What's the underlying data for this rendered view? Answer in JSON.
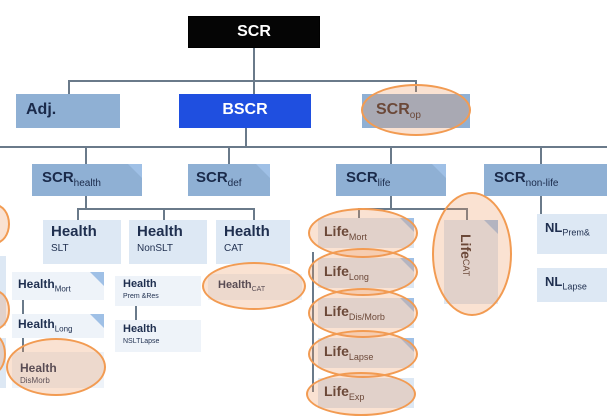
{
  "diagram": {
    "root": "SCR",
    "level1": {
      "adj": "Adj.",
      "bscr": "BSCR",
      "scr_op": {
        "main": "SCR",
        "sub": "op"
      }
    },
    "modules": {
      "health": {
        "main": "SCR",
        "sub": "health"
      },
      "def": {
        "main": "SCR",
        "sub": "def"
      },
      "life": {
        "main": "SCR",
        "sub": "life"
      },
      "nonlife": {
        "main": "SCR",
        "sub": "non-life"
      }
    },
    "health_subgroups": {
      "slt": {
        "main": "Health",
        "sub": "SLT"
      },
      "nonslt": {
        "main": "Health",
        "sub": "NonSLT"
      },
      "cat": {
        "main": "Health",
        "sub": "CAT"
      }
    },
    "health_slt_items": [
      {
        "main": "Health",
        "sub": "Mort"
      },
      {
        "main": "Health",
        "sub": "Long"
      },
      {
        "main": "Health",
        "sub": "DisMorb"
      }
    ],
    "health_nonslt_items": [
      {
        "main": "Health",
        "sub": "Prem &Res"
      },
      {
        "main": "Health",
        "sub": "NSLTLapse"
      }
    ],
    "health_cat_items": [
      {
        "main": "Health",
        "sub": "CAT"
      }
    ],
    "life_items": [
      {
        "main": "Life",
        "sub": "Mort"
      },
      {
        "main": "Life",
        "sub": "Long"
      },
      {
        "main": "Life",
        "sub": "Dis/Morb"
      },
      {
        "main": "Life",
        "sub": "Lapse"
      },
      {
        "main": "Life",
        "sub": "Exp"
      }
    ],
    "life_cat": {
      "main": "Life",
      "sub": "CAT"
    },
    "nl_items": [
      {
        "main": "NL",
        "sub": "Prem&"
      },
      {
        "main": "NL",
        "sub": "Lapse"
      }
    ]
  },
  "colors": {
    "root_bg": "#050505",
    "bscr_bg": "#1f4fe0",
    "module_bg": "#8fb0d4",
    "leaf_bg": "#dde8f4",
    "highlight_ring": "#f29b52"
  }
}
